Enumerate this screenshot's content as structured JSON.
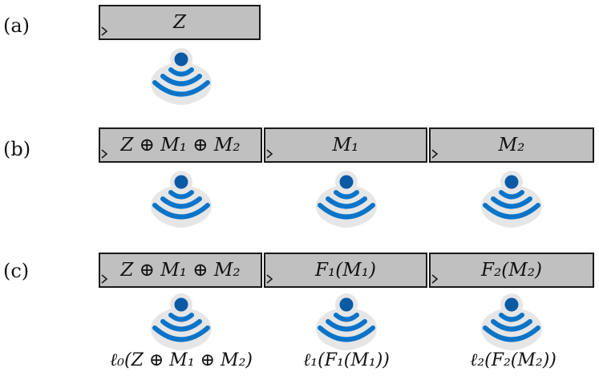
{
  "rows": {
    "a": {
      "label": "(a)",
      "blocks": [
        "Z"
      ]
    },
    "b": {
      "label": "(b)",
      "blocks": [
        "Z ⊕ M₁ ⊕ M₂",
        "M₁",
        "M₂"
      ]
    },
    "c": {
      "label": "(c)",
      "blocks": [
        "Z ⊕ M₁ ⊕ M₂",
        "F₁(M₁)",
        "F₂(M₂)"
      ],
      "captions": [
        "ℓ₀(Z ⊕ M₁ ⊕ M₂)",
        "ℓ₁(F₁(M₁))",
        "ℓ₂(F₂(M₂))"
      ]
    }
  },
  "colors": {
    "block_fill": "#c0c0c0",
    "block_border": "#1a1a1a",
    "signal_blue": "#0a74c9",
    "signal_dot": "#0b5aa6",
    "signal_halo": "#e6e6e6"
  },
  "icons": {
    "block_marker": "clock-tick-marker-icon",
    "transmitter": "broadcast-signal-icon"
  }
}
